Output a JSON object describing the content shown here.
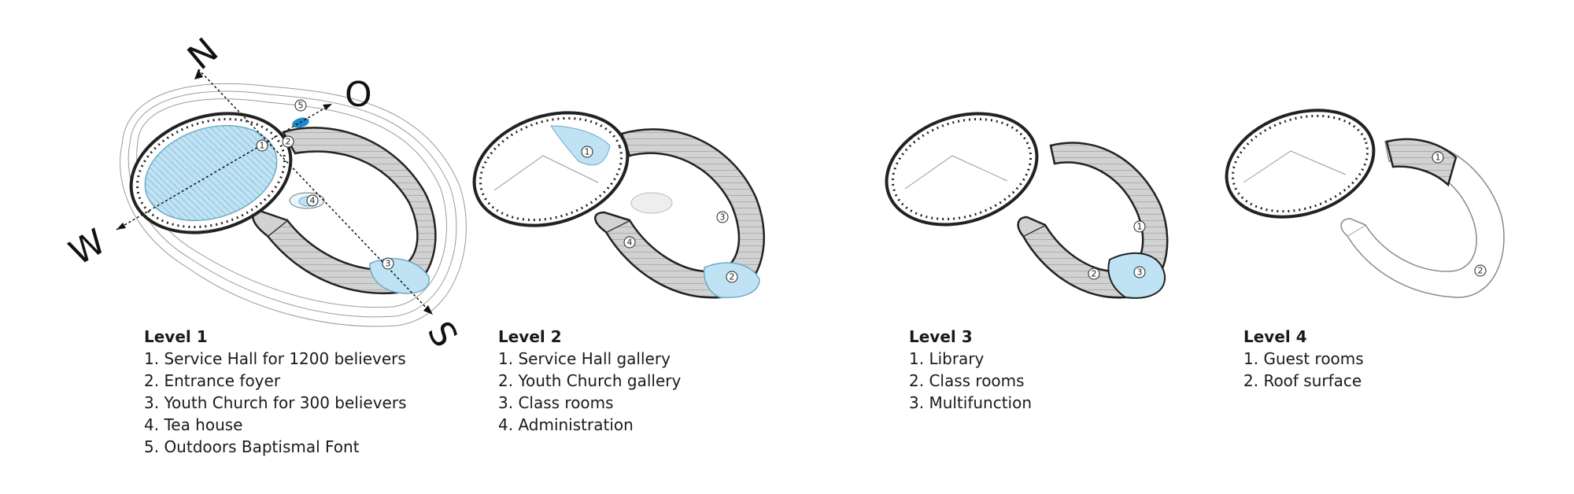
{
  "compass": {
    "north": "N",
    "east": "O",
    "west": "W",
    "south": "S"
  },
  "colors": {
    "highlight": "#bfe3f4",
    "baptismal": "#1e88c8",
    "walls": "#222222",
    "service": "#cfcfcf"
  },
  "levels": [
    {
      "title": "Level 1",
      "items": [
        "1. Service Hall for 1200 believers",
        "2. Entrance foyer",
        "3. Youth Church for 300 believers",
        "4. Tea house",
        "5. Outdoors Baptismal Font"
      ],
      "markers": [
        "1",
        "2",
        "3",
        "4",
        "5"
      ]
    },
    {
      "title": "Level 2",
      "items": [
        "1. Service Hall gallery",
        "2. Youth Church gallery",
        "3. Class rooms",
        "4. Administration"
      ],
      "markers": [
        "1",
        "2",
        "3",
        "4"
      ]
    },
    {
      "title": "Level 3",
      "items": [
        "1. Library",
        "2. Class rooms",
        "3. Multifunction"
      ],
      "markers": [
        "1",
        "2",
        "3"
      ]
    },
    {
      "title": "Level 4",
      "items": [
        "1. Guest rooms",
        "2. Roof surface"
      ],
      "markers": [
        "1",
        "2"
      ]
    }
  ]
}
